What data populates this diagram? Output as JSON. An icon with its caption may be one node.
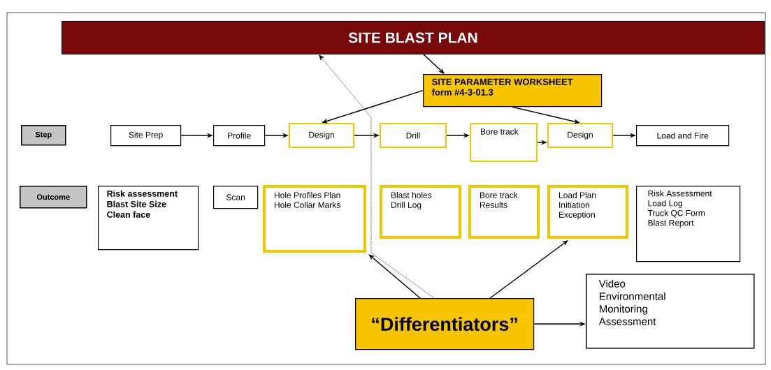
{
  "diagram": {
    "nodes": [
      {
        "text": [
          "SITE BLAST PLAN"
        ]
      },
      {
        "text": [
          "SITE PARAMETER WORKSHEET form #4-3-01.3"
        ]
      },
      {
        "text": [
          "Step"
        ]
      },
      {
        "text": [
          "Site Prep"
        ]
      },
      {
        "text": [
          "Profile"
        ]
      },
      {
        "text": [
          "Design"
        ]
      },
      {
        "text": [
          "Drill"
        ]
      },
      {
        "text": [
          "Bore track"
        ]
      },
      {
        "text": [
          "Design"
        ]
      },
      {
        "text": [
          "Load and Fire"
        ]
      },
      {
        "text": [
          "Outcome"
        ]
      },
      {
        "text": [
          "Risk assessment",
          "Blast Site Size",
          "Clean face"
        ]
      },
      {
        "text": [
          "Scan"
        ]
      },
      {
        "text": [
          "Hole Profiles Plan",
          "Hole Collar Marks"
        ]
      },
      {
        "text": [
          "Blast holes",
          "Drill Log"
        ]
      },
      {
        "text": [
          "Bore track",
          "Results"
        ]
      },
      {
        "text": [
          "Load Plan",
          "Initiation",
          "Exception"
        ]
      },
      {
        "text": [
          "Risk Assessment",
          "Load Log",
          "Truck QC Form",
          "Blast Report"
        ]
      },
      {
        "text": [
          "“Differentiators”"
        ]
      },
      {
        "text": [
          "Video",
          "Environmental",
          "Monitoring",
          "Assessment"
        ]
      }
    ],
    "edges": [
      {
        "from": 0,
        "to": 1,
        "arrow": "to"
      },
      {
        "from": 1,
        "to": 5,
        "arrow": "to"
      },
      {
        "from": 1,
        "to": 8,
        "arrow": "to"
      },
      {
        "from": 3,
        "to": 4,
        "arrow": "to"
      },
      {
        "from": 4,
        "to": 5,
        "arrow": "to"
      },
      {
        "from": 5,
        "to": 6,
        "arrow": "to"
      },
      {
        "from": 6,
        "to": 7,
        "arrow": "to"
      },
      {
        "from": 7,
        "to": 8,
        "arrow": "to"
      },
      {
        "from": 8,
        "to": 9,
        "arrow": "to"
      },
      {
        "from": 18,
        "to": 0,
        "arrow": "to",
        "style": "dashed"
      },
      {
        "from": 18,
        "to": 13,
        "arrow": "to"
      },
      {
        "from": 18,
        "to": 16,
        "arrow": "to"
      },
      {
        "from": 18,
        "to": 19,
        "arrow": "to"
      }
    ]
  }
}
